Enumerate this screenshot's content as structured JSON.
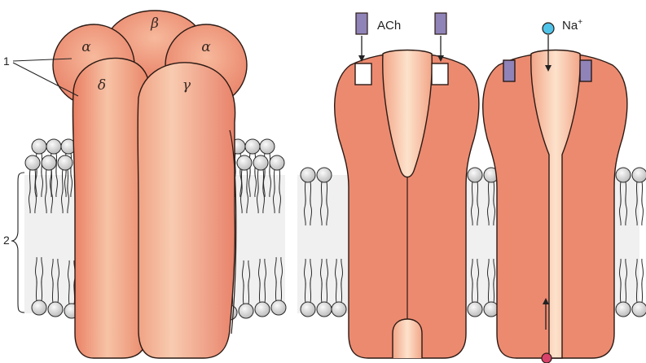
{
  "figure": {
    "subunits": {
      "alpha_left": "α",
      "beta": "β",
      "alpha_right": "α",
      "delta": "δ",
      "gamma": "γ"
    },
    "callouts": {
      "receptor": "1",
      "membrane": "2"
    },
    "ligand_label": "ACh",
    "ion_label": "Na",
    "ion_charge": "+"
  },
  "colors": {
    "receptor_fill": "#ec8a70",
    "receptor_light": "#f8c6a8",
    "receptor_outline": "#2b1a14",
    "membrane_band": "#ededed",
    "lipid_head": "#cfcfcf",
    "ach": "#8f83b8",
    "na_ion": "#4fc3e8",
    "exit_ion": "#d9436b"
  }
}
